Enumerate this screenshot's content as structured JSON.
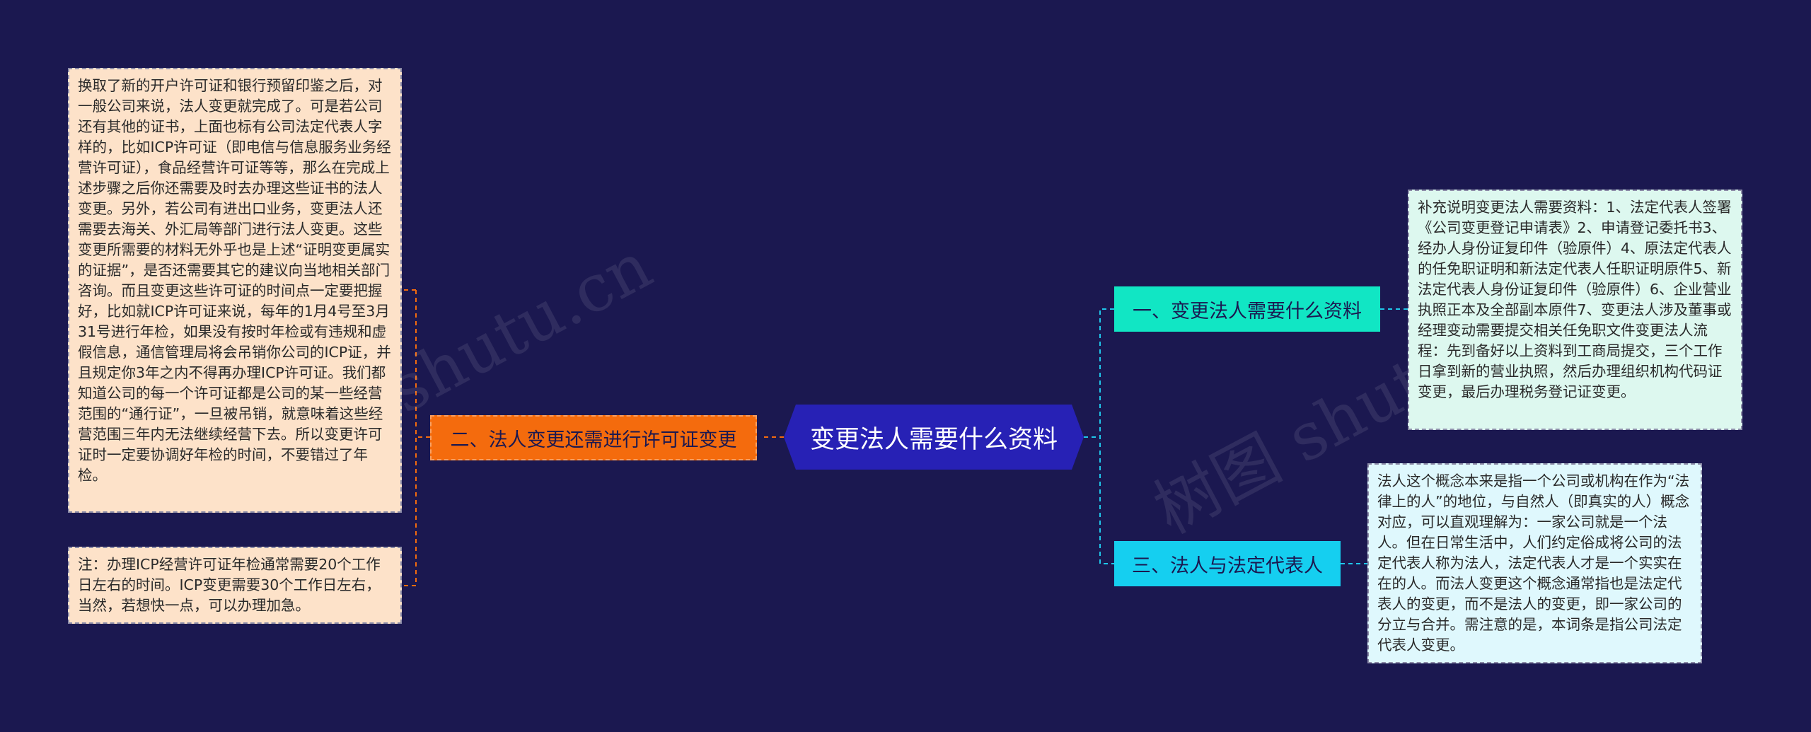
{
  "watermarks": [
    "树图 shutu.cn",
    "树图 shutu.cn"
  ],
  "center": {
    "label": "变更法人需要什么资料"
  },
  "left": {
    "branch_label": "二、法人变更还需进行许可证变更",
    "leaf1_text": "换取了新的开户许可证和银行预留印鉴之后，对一般公司来说，法人变更就完成了。可是若公司还有其他的证书，上面也标有公司法定代表人字样的，比如ICP许可证（即电信与信息服务业务经营许可证），食品经营许可证等等，那么在完成上述步骤之后你还需要及时去办理这些证书的法人变更。另外，若公司有进出口业务，变更法人还需要去海关、外汇局等部门进行法人变更。这些变更所需要的材料无外乎也是上述“证明变更属实的证据”，是否还需要其它的建议向当地相关部门咨询。而且变更这些许可证的时间点一定要把握好，比如就ICP许可证来说，每年的1月4号至3月31号进行年检，如果没有按时年检或有违规和虚假信息，通信管理局将会吊销你公司的ICP证，并且规定你3年之内不得再办理ICP许可证。我们都知道公司的每一个许可证都是公司的某一些经营范围的“通行证”，一旦被吊销，就意味着这些经营范围三年内无法继续经营下去。所以变更许可证时一定要协调好年检的时间，不要错过了年检。",
    "leaf2_text": "注：办理ICP经营许可证年检通常需要20个工作日左右的时间。ICP变更需要30个工作日左右，当然，若想快一点，可以办理加急。"
  },
  "right": [
    {
      "branch_label": "一、变更法人需要什么资料",
      "leaf_text": "补充说明变更法人需要资料：1、法定代表人签署《公司变更登记申请表》2、申请登记委托书3、经办人身份证复印件（验原件）4、原法定代表人的任免职证明和新法定代表人任职证明原件5、新法定代表人身份证复印件（验原件）6、企业营业执照正本及全部副本原件7、变更法人涉及董事或经理变动需要提交相关任免职文件变更法人流程：先到备好以上资料到工商局提交，三个工作日拿到新的营业执照，然后办理组织机构代码证变更，最后办理税务登记证变更。"
    },
    {
      "branch_label": "三、法人与法定代表人",
      "leaf_text": "法人这个概念本来是指一个公司或机构在作为“法律上的人”的地位，与自然人（即真实的人）概念对应，可以直观理解为：一家公司就是一个法人。但在日常生活中，人们约定俗成将公司的法定代表人称为法人，法定代表人才是一个实实在在的人。而法人变更这个概念通常指也是法定代表人的变更，而不是法人的变更，即一家公司的分立与合并。需注意的是，本词条是指公司法定代表人变更。"
    }
  ],
  "colors": {
    "background": "#1b1850",
    "center": "#2721b5",
    "left_branch": "#f46b0d",
    "right_branch_1": "#11e6c4",
    "right_branch_2": "#15cff0",
    "left_line": "#f46b0d",
    "right_line": "#1fc7ea"
  }
}
